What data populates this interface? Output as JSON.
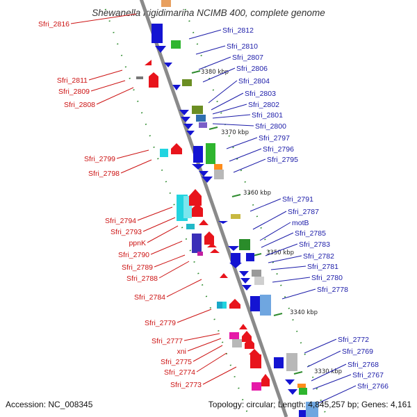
{
  "title": "Shewanella frigidimarina NCIMB 400, complete genome",
  "footer": {
    "accession": "Accession: NC_008345",
    "topology": "Topology: circular; Length: 4,845,257 bp; Genes: 4,161"
  },
  "colors": {
    "backbone": "#8a8a8a",
    "forward_strand": "#e8141c",
    "reverse_strand": "#1414d2",
    "label_left": "#cc1111",
    "label_right": "#1a1aa8",
    "tick_major": "#2e8b2e",
    "tick_minor": "#2e8b2e"
  },
  "scale_marks": [
    {
      "label": "3380 kbp"
    },
    {
      "label": "3370 kbp"
    },
    {
      "label": "3360 kbp"
    },
    {
      "label": "3350 kbp"
    },
    {
      "label": "3340 kbp"
    },
    {
      "label": "3330 kbp"
    }
  ],
  "labels_left": [
    {
      "text": "Sfri_2816"
    },
    {
      "text": "Sfri_2811"
    },
    {
      "text": "Sfri_2809"
    },
    {
      "text": "Sfri_2808"
    },
    {
      "text": "Sfri_2799"
    },
    {
      "text": "Sfri_2798"
    },
    {
      "text": "Sfri_2794"
    },
    {
      "text": "Sfri_2793"
    },
    {
      "text": "ppnK"
    },
    {
      "text": "Sfri_2790"
    },
    {
      "text": "Sfri_2789"
    },
    {
      "text": "Sfri_2788"
    },
    {
      "text": "Sfri_2784"
    },
    {
      "text": "Sfri_2779"
    },
    {
      "text": "Sfri_2777"
    },
    {
      "text": "xni"
    },
    {
      "text": "Sfri_2775"
    },
    {
      "text": "Sfri_2774"
    },
    {
      "text": "Sfri_2773"
    }
  ],
  "labels_right": [
    {
      "text": "Sfri_2812"
    },
    {
      "text": "Sfri_2810"
    },
    {
      "text": "Sfri_2807"
    },
    {
      "text": "Sfri_2806"
    },
    {
      "text": "Sfri_2804"
    },
    {
      "text": "Sfri_2803"
    },
    {
      "text": "Sfri_2802"
    },
    {
      "text": "Sfri_2801"
    },
    {
      "text": "Sfri_2800"
    },
    {
      "text": "Sfri_2797"
    },
    {
      "text": "Sfri_2796"
    },
    {
      "text": "Sfri_2795"
    },
    {
      "text": "Sfri_2791"
    },
    {
      "text": "Sfri_2787"
    },
    {
      "text": "motB"
    },
    {
      "text": "Sfri_2785"
    },
    {
      "text": "Sfri_2783"
    },
    {
      "text": "Sfri_2782"
    },
    {
      "text": "Sfri_2781"
    },
    {
      "text": "Sfri_2780"
    },
    {
      "text": "Sfri_2778"
    },
    {
      "text": "Sfri_2772"
    },
    {
      "text": "Sfri_2769"
    },
    {
      "text": "Sfri_2768"
    },
    {
      "text": "Sfri_2767"
    },
    {
      "text": "Sfri_2766"
    }
  ]
}
